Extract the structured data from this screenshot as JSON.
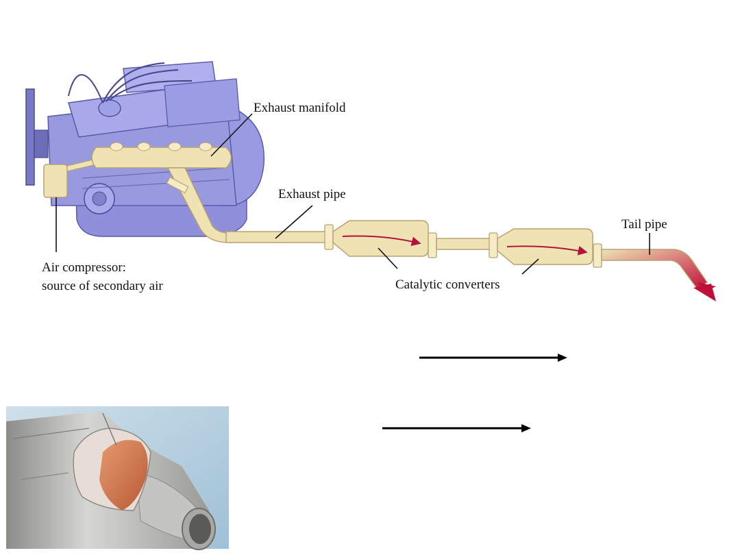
{
  "labels": {
    "exhaust_manifold": "Exhaust manifold",
    "exhaust_pipe": "Exhaust pipe",
    "tail_pipe": "Tail pipe",
    "air_compressor_line1": "Air compressor:",
    "air_compressor_line2": "source of secondary air",
    "catalytic_converters": "Catalytic converters"
  },
  "colors": {
    "engine": "#8f8fdc",
    "engine_dark": "#5a5aa8",
    "engine_light": "#b4b4ec",
    "pipe": "#efe3b4",
    "pipe_edge": "#c9b887",
    "flow_arrow": "#b4123c",
    "photo_bg": "#b9d3e3",
    "metal": "#b8b8b4",
    "ceramic": "#d4774d"
  },
  "icons": [
    "engine-illustration",
    "catalytic-converter-photo",
    "reaction-arrow"
  ]
}
